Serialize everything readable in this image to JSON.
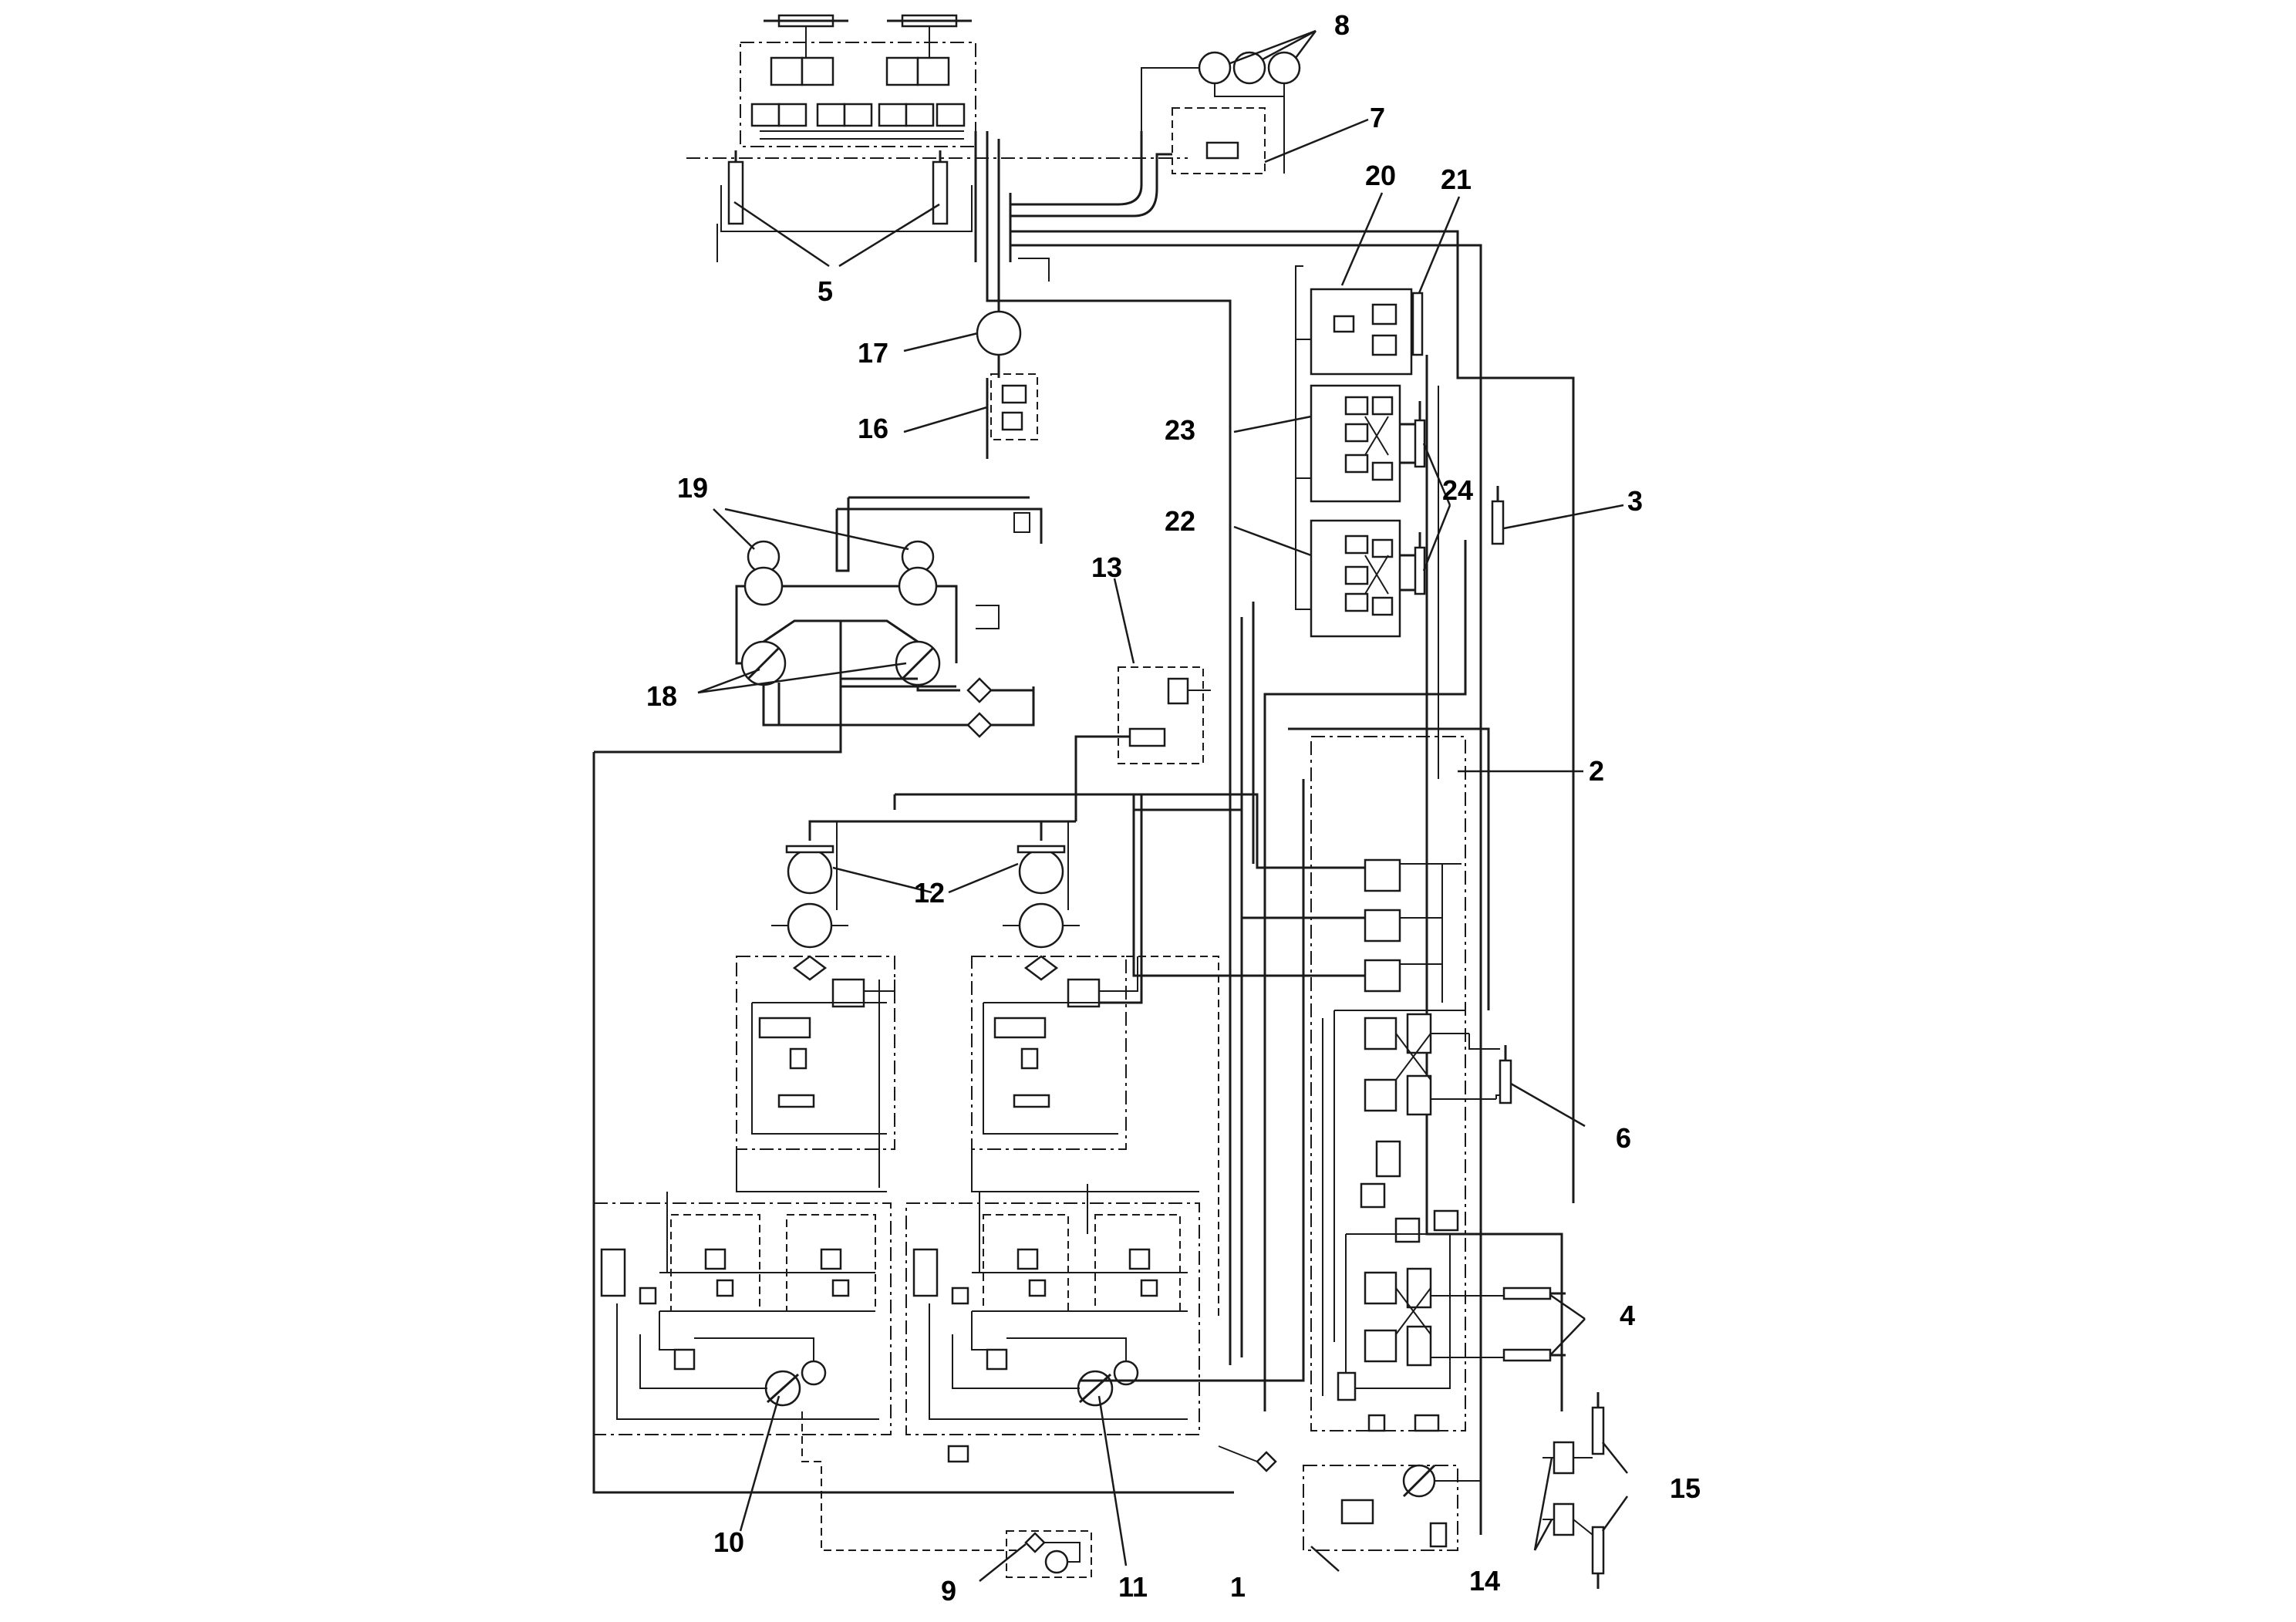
{
  "callouts": [
    {
      "id": "c1",
      "text": "1"
    },
    {
      "id": "c2",
      "text": "2"
    },
    {
      "id": "c3",
      "text": "3"
    },
    {
      "id": "c4",
      "text": "4"
    },
    {
      "id": "c5",
      "text": "5"
    },
    {
      "id": "c6",
      "text": "6"
    },
    {
      "id": "c7",
      "text": "7"
    },
    {
      "id": "c8",
      "text": "8"
    },
    {
      "id": "c9",
      "text": "9"
    },
    {
      "id": "c10",
      "text": "10"
    },
    {
      "id": "c11",
      "text": "11"
    },
    {
      "id": "c12",
      "text": "12"
    },
    {
      "id": "c13",
      "text": "13"
    },
    {
      "id": "c14",
      "text": "14"
    },
    {
      "id": "c15",
      "text": "15"
    },
    {
      "id": "c16",
      "text": "16"
    },
    {
      "id": "c17",
      "text": "17"
    },
    {
      "id": "c18",
      "text": "18"
    },
    {
      "id": "c19",
      "text": "19"
    },
    {
      "id": "c20",
      "text": "20"
    },
    {
      "id": "c21",
      "text": "21"
    },
    {
      "id": "c22",
      "text": "22"
    },
    {
      "id": "c23",
      "text": "23"
    },
    {
      "id": "c24",
      "text": "24"
    }
  ]
}
